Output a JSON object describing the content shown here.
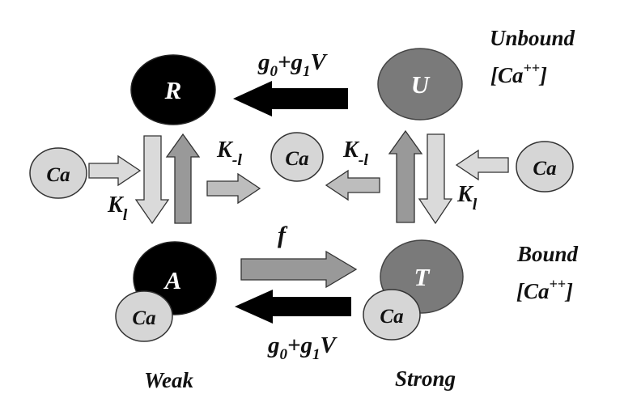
{
  "states": {
    "R": "R",
    "U": "U",
    "A": "A",
    "T": "T"
  },
  "calcium": {
    "label": "Ca",
    "plus": "++"
  },
  "labels": {
    "unbound": "Unbound",
    "bound": "Bound",
    "weak": "Weak",
    "strong": "Strong"
  },
  "rates": {
    "g0": "g",
    "g0_sub": "0",
    "plus": "+",
    "g1": "g",
    "g1_sub": "1",
    "V": "V",
    "K": "K",
    "K_on_sub": "l",
    "K_off_sub": "-l",
    "f": "f"
  },
  "colors": {
    "background": "#ffffff",
    "dark_state": "#000000",
    "mid_state": "#7a7a7a",
    "calcium": "#d6d6d6",
    "light_arrow": "#dadada",
    "mid_arrow": "#999999",
    "dark_arrow": "#000000",
    "outline": "#333333"
  }
}
